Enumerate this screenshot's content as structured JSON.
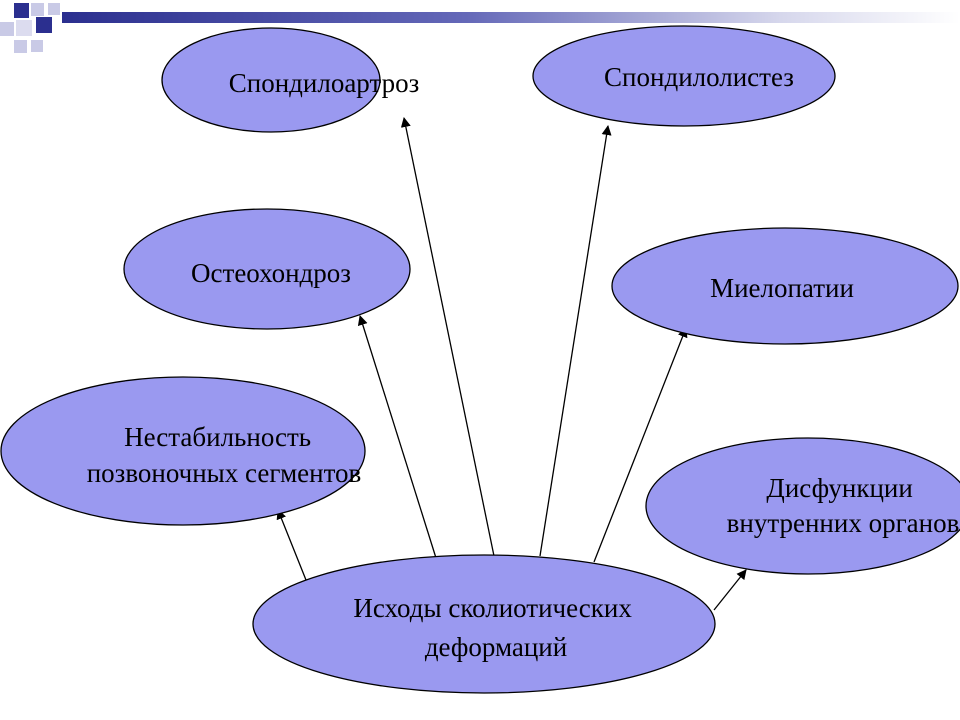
{
  "colors": {
    "node_fill": "#9a99f0",
    "node_stroke": "#000000",
    "arrow": "#000000",
    "accent_dark": "#2b2f8f",
    "accent_light": "#c9cae6"
  },
  "nodes": {
    "center": {
      "lines": [
        "Исходы сколиотических",
        "деформаций"
      ]
    },
    "spondyloarthrosis": {
      "lines": [
        "Спондилоартроз"
      ]
    },
    "spondylolisthesis": {
      "lines": [
        "Спондилолистез"
      ]
    },
    "osteochondrosis": {
      "lines": [
        "Остеохондроз"
      ]
    },
    "myelopathy": {
      "lines": [
        "Миелопатии"
      ]
    },
    "instability": {
      "lines": [
        "Нестабильность",
        "позвоночных сегментов"
      ]
    },
    "dysfunction": {
      "lines": [
        "Дисфункции",
        "внутренних органов"
      ]
    }
  }
}
